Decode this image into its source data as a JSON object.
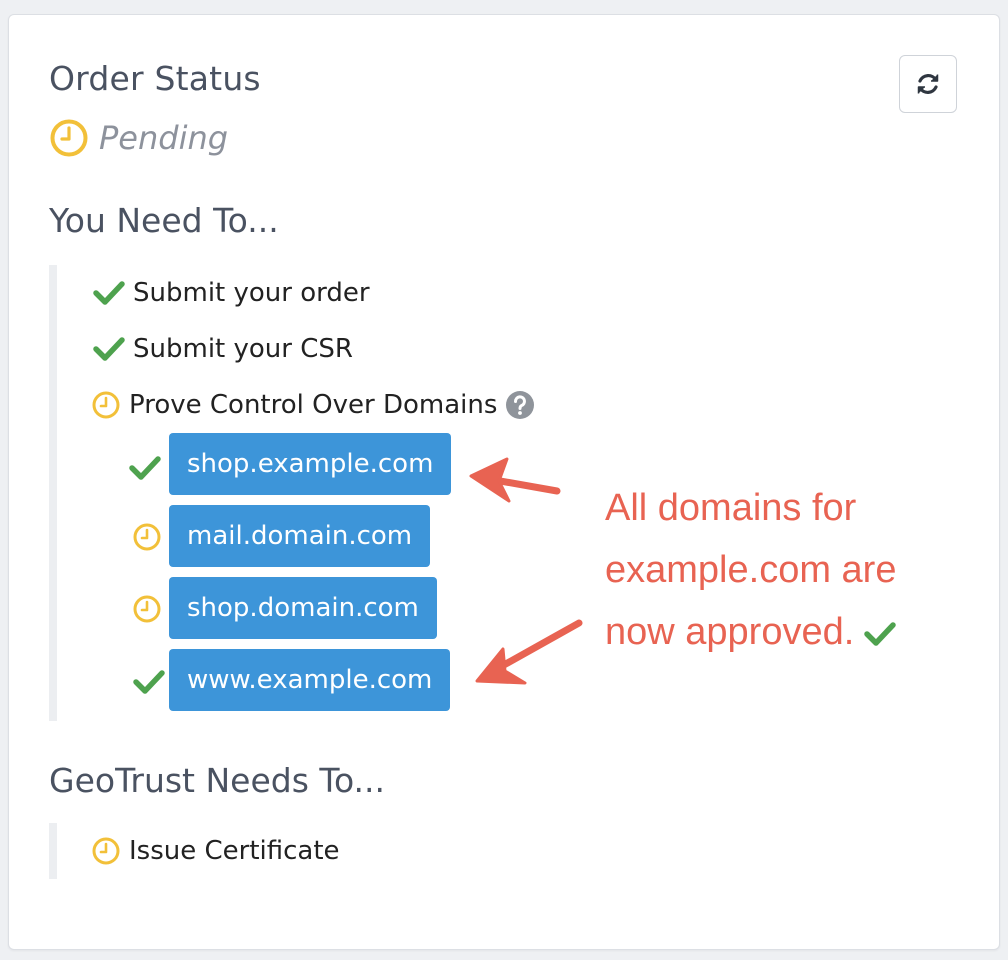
{
  "title": "Order Status",
  "status": {
    "label": "Pending",
    "icon": "clock-icon",
    "color": "#f2c039"
  },
  "refresh": {
    "icon": "refresh-icon"
  },
  "you_need_to": {
    "title": "You Need To...",
    "steps": [
      {
        "label": "Submit your order",
        "state": "done",
        "icon": "check-icon"
      },
      {
        "label": "Submit your CSR",
        "state": "done",
        "icon": "check-icon"
      },
      {
        "label": "Prove Control Over Domains",
        "state": "pending",
        "icon": "clock-icon",
        "help_icon": "question-circle-icon"
      }
    ],
    "domains": [
      {
        "name": "shop.example.com",
        "state": "approved",
        "icon": "check-icon"
      },
      {
        "name": "mail.domain.com",
        "state": "pending",
        "icon": "clock-icon"
      },
      {
        "name": "shop.domain.com",
        "state": "pending",
        "icon": "clock-icon"
      },
      {
        "name": "www.example.com",
        "state": "approved",
        "icon": "check-icon"
      }
    ]
  },
  "ca_needs_to": {
    "title": "GeoTrust Needs To...",
    "steps": [
      {
        "label": "Issue Certificate",
        "state": "pending",
        "icon": "clock-icon"
      }
    ]
  },
  "annotation": {
    "lines": [
      "All domains for",
      "example.com are",
      "now approved."
    ],
    "color": "#e86352",
    "icon": "check-icon"
  },
  "colors": {
    "check": "#4ea24e",
    "clock": "#f2c039",
    "pill": "#3d95d9",
    "heading": "#4a5261",
    "annotation": "#e86352"
  }
}
